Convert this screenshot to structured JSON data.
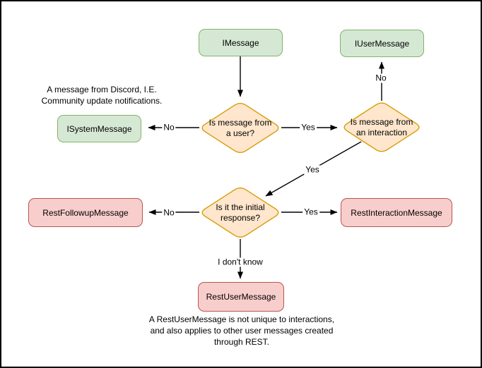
{
  "canvas": {
    "background": "#ffffff",
    "border_color": "#000000"
  },
  "colors": {
    "interface_fill": "#d5e8d4",
    "interface_border": "#82b366",
    "decision_fill": "#ffe6cc",
    "decision_border": "#d79b00",
    "rest_fill": "#f8cecc",
    "rest_border": "#b85450",
    "arrow": "#000000",
    "text": "#000000"
  },
  "nodes": {
    "imessage": "IMessage",
    "iusermessage": "IUserMessage",
    "isystemmessage": "ISystemMessage",
    "restfollowup": "RestFollowupMessage",
    "restinteraction": "RestInteractionMessage",
    "restuser": "RestUserMessage"
  },
  "decisions": {
    "from_user": "Is message from\na user?",
    "from_interaction": "Is message from\nan interaction",
    "initial_response": "Is it the initial\nresponse?"
  },
  "edge_labels": {
    "from_user_no": "No",
    "from_user_yes": "Yes",
    "from_interaction_no": "No",
    "from_interaction_yes": "Yes",
    "initial_no": "No",
    "initial_yes": "Yes",
    "initial_unknown": "I don't know"
  },
  "notes": {
    "system_message": "A message from Discord, I.E.\nCommunity update notifications.",
    "rest_user_message": "A RestUserMessage is not unique to interactions,\nand also applies to other user messages created\nthrough REST."
  }
}
